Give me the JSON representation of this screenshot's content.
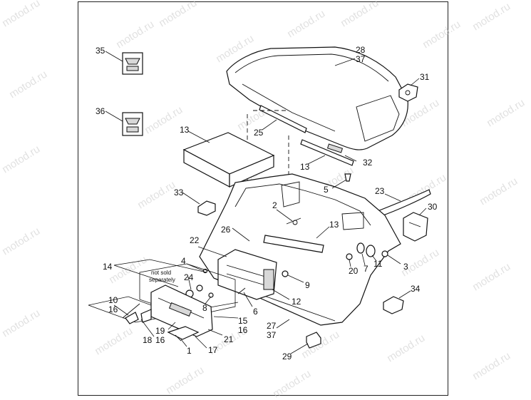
{
  "diagram": {
    "watermark": "motod.ru",
    "note_line1": "not sold",
    "note_line2": "separately",
    "callouts": {
      "c35": "35",
      "c36": "36",
      "c28": "28",
      "c37a": "37",
      "c31": "31",
      "c13a": "13",
      "c25": "25",
      "c13b": "13",
      "c32": "32",
      "c5": "5",
      "c33": "33",
      "c2": "2",
      "c23": "23",
      "c30": "30",
      "c13c": "13",
      "c26": "26",
      "c22": "22",
      "c4": "4",
      "c24": "24",
      "c14": "14",
      "c20": "20",
      "c7": "7",
      "c11": "11",
      "c3": "3",
      "c9": "9",
      "c12": "12",
      "c8": "8",
      "c6": "6",
      "c10": "10",
      "c16a": "16",
      "c34": "34",
      "c15": "15",
      "c16b": "16",
      "c19": "19",
      "c18": "18",
      "c16c": "16",
      "c21": "21",
      "c27": "27",
      "c37b": "37",
      "c17": "17",
      "c1": "1",
      "c29": "29"
    }
  }
}
